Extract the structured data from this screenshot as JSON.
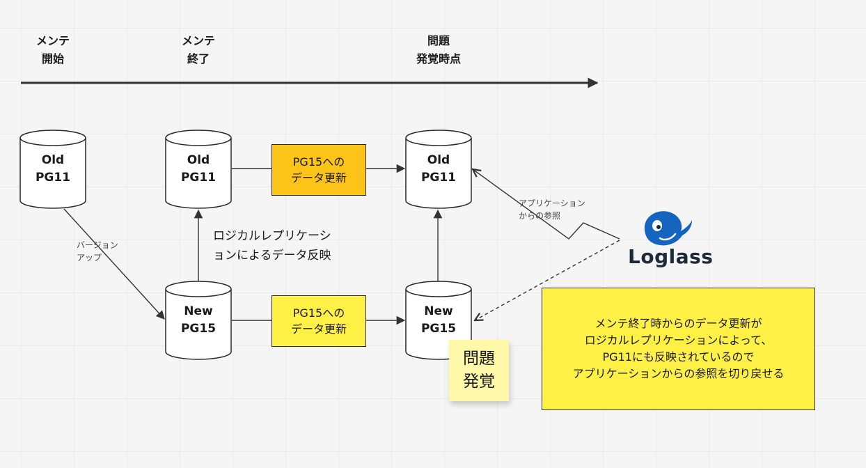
{
  "timeline": {
    "labels": [
      "メンテ\n開始",
      "メンテ\n終了",
      "問題\n発覚時点"
    ]
  },
  "databases": {
    "old_pg11_start": "Old\nPG11",
    "old_pg11_mid": "Old\nPG11",
    "old_pg11_end": "Old\nPG11",
    "new_pg15_mid": "New\nPG15",
    "new_pg15_end": "New\nPG15"
  },
  "boxes": {
    "top_update": "PG15への\nデータ更新",
    "bottom_update": "PG15への\nデータ更新"
  },
  "labels": {
    "version_up": "バージョン\nアップ",
    "logical_replication": "ロジカルレプリケーシ\nョンによるデータ反映",
    "app_reference": "アプリケーション\nからの参照"
  },
  "sticky_note": "問題\n発覚",
  "logo": {
    "name": "Loglass"
  },
  "explanation_note": "メンテ終了時からのデータ更新が\nロジカルレプリケーションによって、\nPG11にも反映されているので\nアプリケーションからの参照を切り戻せる",
  "colors": {
    "orange_box": "#fcc419",
    "yellow_box": "#fef044",
    "sticky": "#fef8a8",
    "logo_blue": "#1565c0",
    "line": "#333333"
  }
}
